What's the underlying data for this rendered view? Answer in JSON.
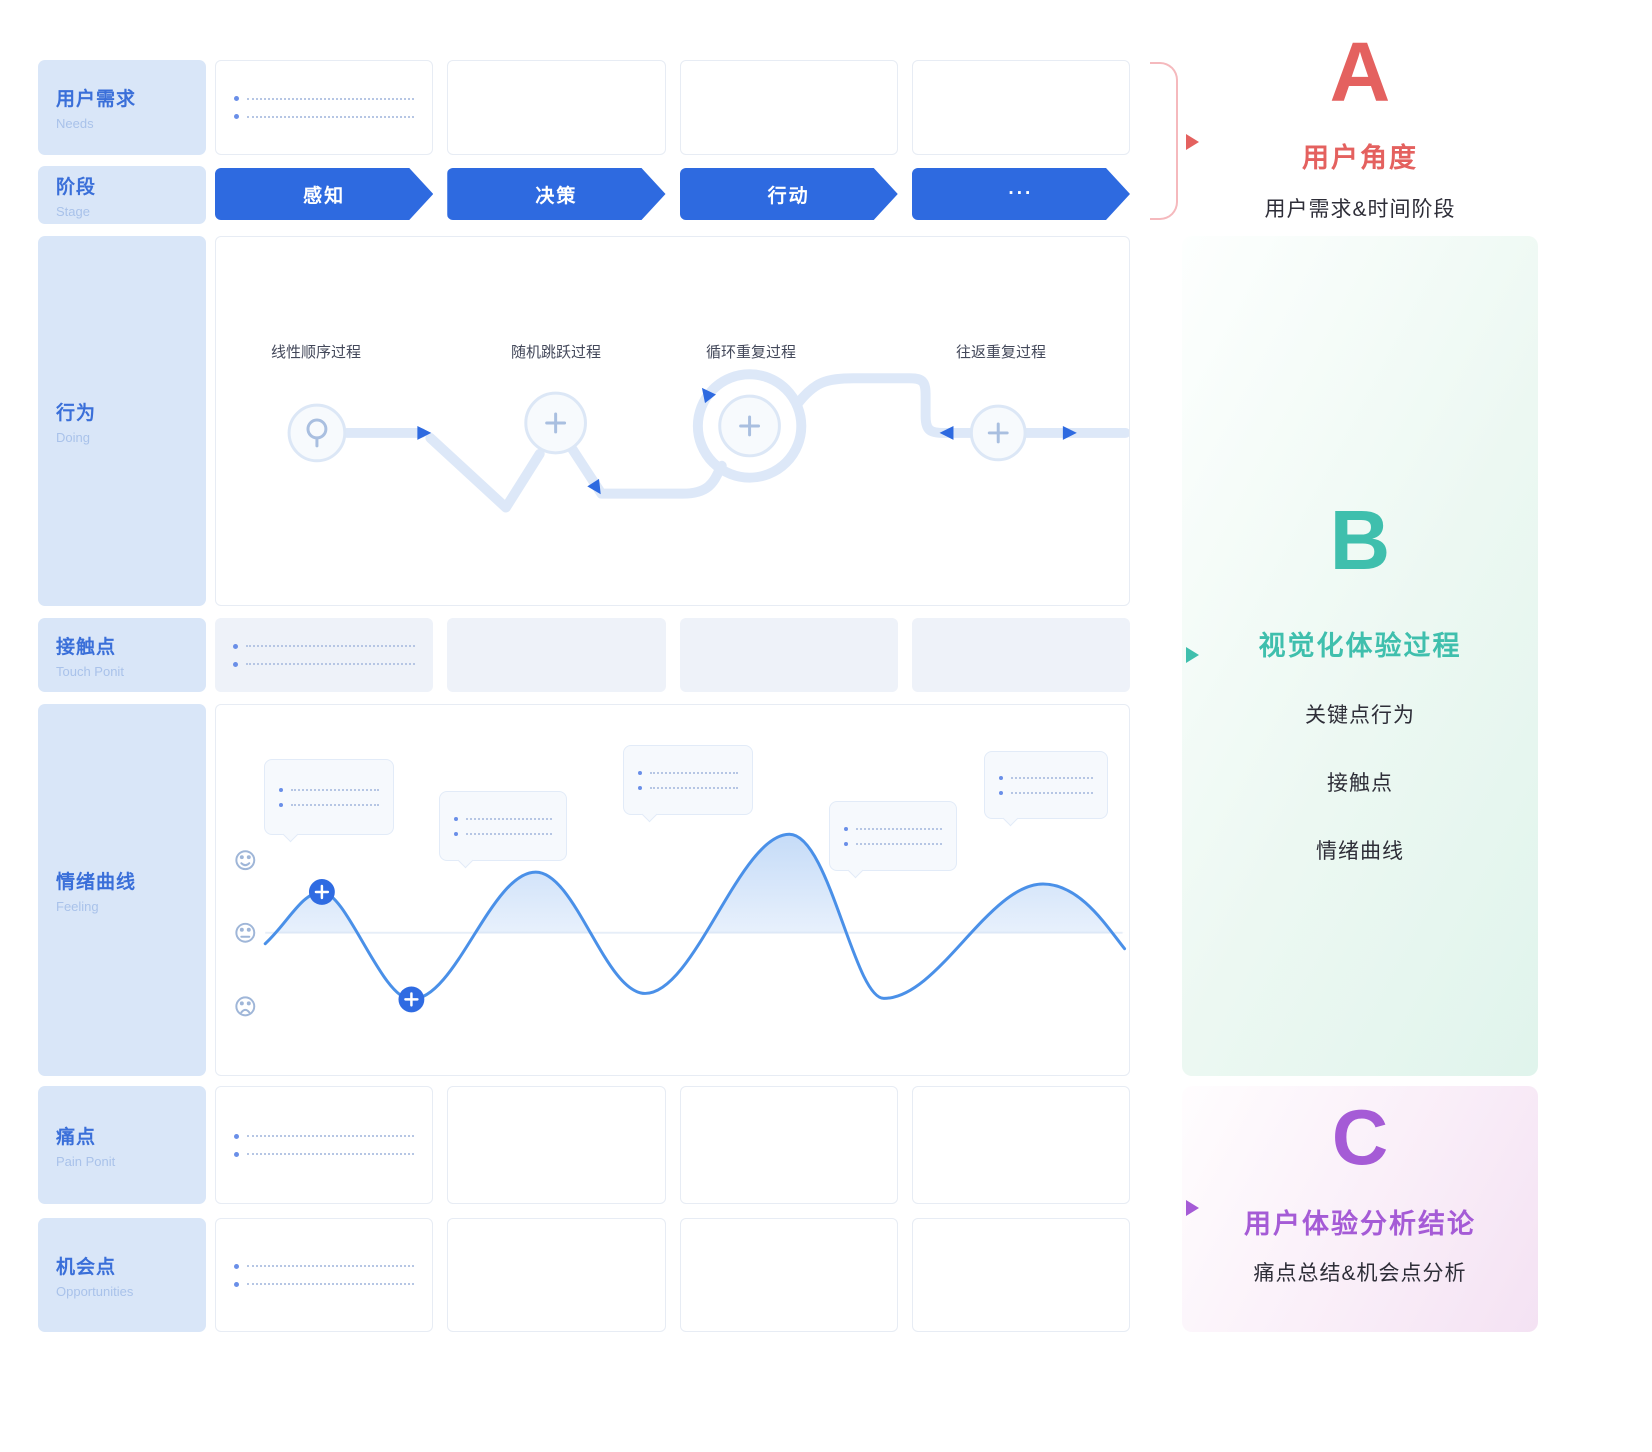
{
  "rows": {
    "needs": {
      "label": "用户需求",
      "sub": "Needs"
    },
    "stage": {
      "label": "阶段",
      "sub": "Stage",
      "items": [
        "感知",
        "决策",
        "行动",
        "···"
      ]
    },
    "doing": {
      "label": "行为",
      "sub": "Doing",
      "processes": [
        "线性顺序过程",
        "随机跳跃过程",
        "循环重复过程",
        "往返重复过程"
      ]
    },
    "touch": {
      "label": "接触点",
      "sub": "Touch Ponit"
    },
    "feeling": {
      "label": "情绪曲线",
      "sub": "Feeling"
    },
    "pain": {
      "label": "痛点",
      "sub": "Pain Ponit"
    },
    "opportunities": {
      "label": "机会点",
      "sub": "Opportunities"
    }
  },
  "annotations": {
    "a": {
      "letter": "A",
      "title": "用户角度",
      "desc": "用户需求&时间阶段",
      "color": "#e4615f"
    },
    "b": {
      "letter": "B",
      "title": "视觉化体验过程",
      "items": [
        "关键点行为",
        "接触点",
        "情绪曲线"
      ],
      "color": "#3fbfad"
    },
    "c": {
      "letter": "C",
      "title": "用户体验分析结论",
      "desc": "痛点总结&机会点分析",
      "color": "#a55bd6"
    }
  },
  "colors": {
    "stage_blue": "#2e6ae0",
    "label_blue": "#3a6fd9",
    "label_bg": "#d9e6f8",
    "curve_blue": "#4a90e8"
  }
}
